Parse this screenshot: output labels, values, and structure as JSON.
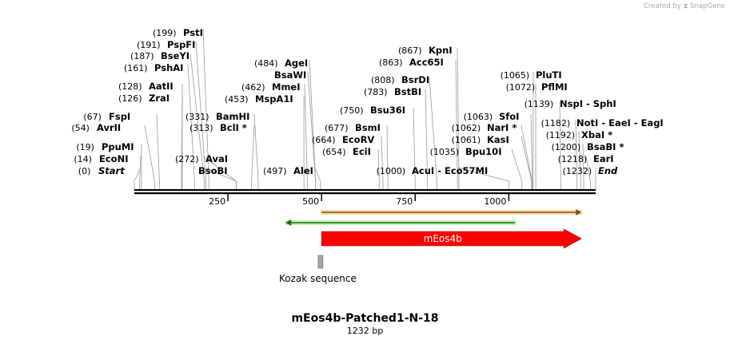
{
  "credit": {
    "text": "Created by",
    "brand": "SnapGene"
  },
  "map": {
    "title": "mEos4b-Patched1-N-18",
    "length_label": "1232 bp",
    "length": 1232,
    "ruler_ticks": [
      {
        "pos": 250,
        "label": "250"
      },
      {
        "pos": 500,
        "label": "500"
      },
      {
        "pos": 750,
        "label": "750"
      },
      {
        "pos": 1000,
        "label": "1000"
      }
    ],
    "sites": [
      {
        "label_pos": "(0)",
        "names": [
          {
            "text": "Start",
            "italic": true
          }
        ],
        "bp": 0
      },
      {
        "label_pos": "(14)",
        "names": [
          {
            "text": "EcoNI"
          }
        ],
        "bp": 14
      },
      {
        "label_pos": "(19)",
        "names": [
          {
            "text": "PpuMI"
          }
        ],
        "bp": 19
      },
      {
        "label_pos": "(54)",
        "names": [
          {
            "text": "AvrII"
          }
        ],
        "bp": 54
      },
      {
        "label_pos": "(67)",
        "names": [
          {
            "text": "FspI"
          }
        ],
        "bp": 67
      },
      {
        "label_pos": "(126)",
        "names": [
          {
            "text": "ZraI"
          }
        ],
        "bp": 126
      },
      {
        "label_pos": "(128)",
        "names": [
          {
            "text": "AatII"
          }
        ],
        "bp": 128
      },
      {
        "label_pos": "(161)",
        "names": [
          {
            "text": "PshAI"
          }
        ],
        "bp": 161
      },
      {
        "label_pos": "(187)",
        "names": [
          {
            "text": "BseYI"
          }
        ],
        "bp": 187
      },
      {
        "label_pos": "(191)",
        "names": [
          {
            "text": "PspFI"
          }
        ],
        "bp": 191
      },
      {
        "label_pos": "(199)",
        "names": [
          {
            "text": "PstI"
          }
        ],
        "bp": 199
      },
      {
        "label_pos": "(272)",
        "names": [
          {
            "text": "AvaI"
          }
        ],
        "bp": 272
      },
      {
        "label_pos": "",
        "names": [
          {
            "text": "BsoBI"
          }
        ],
        "bp": 272
      },
      {
        "label_pos": "(313)",
        "names": [
          {
            "text": "BclI *"
          }
        ],
        "bp": 313
      },
      {
        "label_pos": "(331)",
        "names": [
          {
            "text": "BamHI"
          }
        ],
        "bp": 331
      },
      {
        "label_pos": "(453)",
        "names": [
          {
            "text": "MspA1I"
          }
        ],
        "bp": 453
      },
      {
        "label_pos": "(462)",
        "names": [
          {
            "text": "MmeI"
          }
        ],
        "bp": 462
      },
      {
        "label_pos": "",
        "names": [
          {
            "text": "BsaWI"
          }
        ],
        "bp": 484
      },
      {
        "label_pos": "(484)",
        "names": [
          {
            "text": "AgeI"
          }
        ],
        "bp": 484
      },
      {
        "label_pos": "(497)",
        "names": [
          {
            "text": "AleI"
          }
        ],
        "bp": 497
      },
      {
        "label_pos": "(654)",
        "names": [
          {
            "text": "EciI"
          }
        ],
        "bp": 654
      },
      {
        "label_pos": "(664)",
        "names": [
          {
            "text": "EcoRV"
          }
        ],
        "bp": 664
      },
      {
        "label_pos": "(677)",
        "names": [
          {
            "text": "BsmI"
          }
        ],
        "bp": 677
      },
      {
        "label_pos": "(750)",
        "names": [
          {
            "text": "Bsu36I"
          }
        ],
        "bp": 750
      },
      {
        "label_pos": "(783)",
        "names": [
          {
            "text": "BstBI"
          }
        ],
        "bp": 783
      },
      {
        "label_pos": "(808)",
        "names": [
          {
            "text": "BsrDI"
          }
        ],
        "bp": 808
      },
      {
        "label_pos": "(863)",
        "names": [
          {
            "text": "Acc65I"
          }
        ],
        "bp": 863
      },
      {
        "label_pos": "(867)",
        "names": [
          {
            "text": "KpnI"
          }
        ],
        "bp": 867
      },
      {
        "label_pos": "(1000)",
        "names": [
          {
            "text": "AcuI"
          },
          {
            "text": "Eco57MI"
          }
        ],
        "bp": 1000
      },
      {
        "label_pos": "(1035)",
        "names": [
          {
            "text": "Bpu10I"
          }
        ],
        "bp": 1035
      },
      {
        "label_pos": "(1061)",
        "names": [
          {
            "text": "KasI"
          }
        ],
        "bp": 1061
      },
      {
        "label_pos": "(1062)",
        "names": [
          {
            "text": "NarI *"
          }
        ],
        "bp": 1062
      },
      {
        "label_pos": "(1063)",
        "names": [
          {
            "text": "SfoI"
          }
        ],
        "bp": 1063
      },
      {
        "label_pos": "(1065)",
        "names": [
          {
            "text": "PluTI"
          }
        ],
        "bp": 1065
      },
      {
        "label_pos": "(1072)",
        "names": [
          {
            "text": "PflMI"
          }
        ],
        "bp": 1072
      },
      {
        "label_pos": "(1139)",
        "names": [
          {
            "text": "NspI"
          },
          {
            "text": "SphI"
          }
        ],
        "bp": 1139
      },
      {
        "label_pos": "(1182)",
        "names": [
          {
            "text": "NotI"
          },
          {
            "text": "EaeI"
          },
          {
            "text": "EagI"
          }
        ],
        "bp": 1182
      },
      {
        "label_pos": "(1192)",
        "names": [
          {
            "text": "XbaI *"
          }
        ],
        "bp": 1192
      },
      {
        "label_pos": "(1200)",
        "names": [
          {
            "text": "BsaBI *"
          }
        ],
        "bp": 1200
      },
      {
        "label_pos": "(1218)",
        "names": [
          {
            "text": "EarI"
          }
        ],
        "bp": 1218
      },
      {
        "label_pos": "(1232)",
        "names": [
          {
            "text": "End",
            "italic": true
          }
        ],
        "bp": 1232
      }
    ],
    "features": [
      {
        "name": "mEos4b",
        "kind": "CDS",
        "start": 500,
        "end": 1194,
        "color": "#ff0000"
      },
      {
        "name": "",
        "kind": "primer-forward",
        "start": 500,
        "end": 1194,
        "color": "#f5c060"
      },
      {
        "name": "",
        "kind": "primer-reverse",
        "start": 404,
        "end": 1016,
        "color": "#9ee07a"
      },
      {
        "name": "Kozak sequence",
        "kind": "regulatory",
        "start": 493,
        "end": 499,
        "color": "#a0a8b0"
      }
    ]
  }
}
